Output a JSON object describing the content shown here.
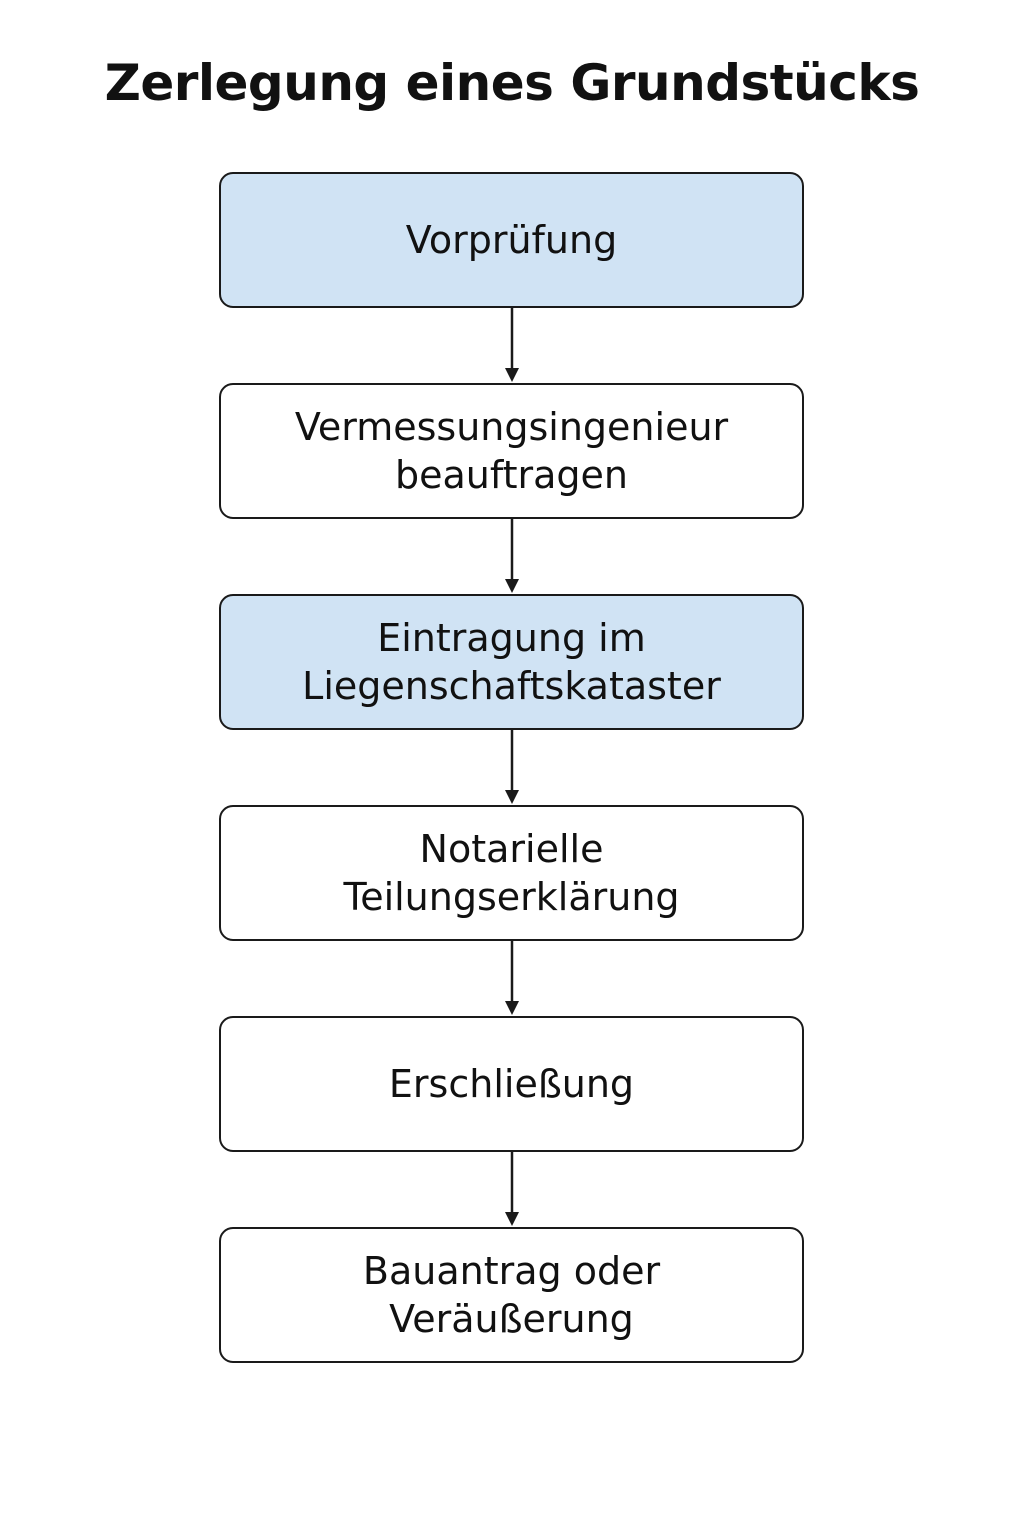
{
  "title": "Zerlegung eines Grundstücks",
  "colors": {
    "highlight_fill": "#d0e3f4",
    "default_fill": "#ffffff",
    "stroke": "#1a1a1a"
  },
  "steps": [
    {
      "label": "Vorprüfung",
      "highlighted": true
    },
    {
      "label": "Vermessungsingenieur\nbeauftragen",
      "highlighted": false
    },
    {
      "label": "Eintragung im\nLiegenschaftskataster",
      "highlighted": true
    },
    {
      "label": "Notarielle\nTeilungserklärung",
      "highlighted": false
    },
    {
      "label": "Erschließung",
      "highlighted": false
    },
    {
      "label": "Bauantrag oder\nVeräußerung",
      "highlighted": false
    }
  ]
}
